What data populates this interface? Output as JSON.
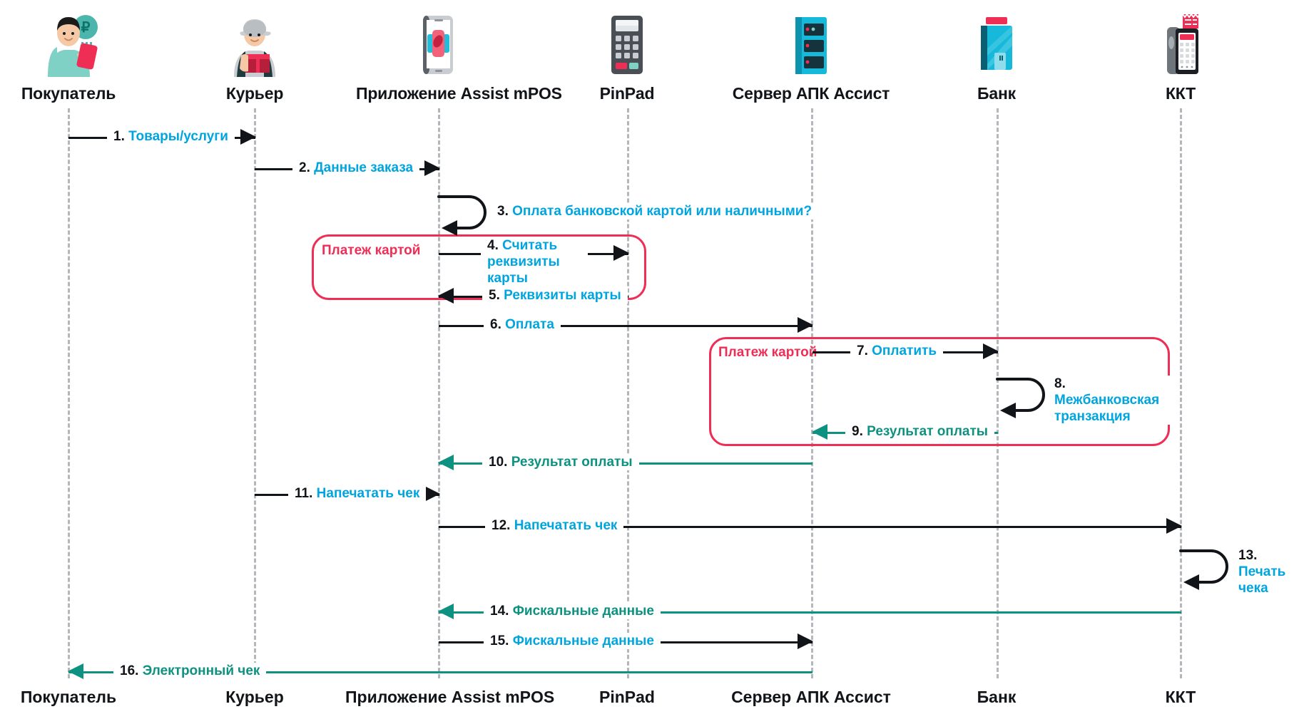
{
  "diagram": {
    "title": "Assist mPOS payment sequence",
    "colors": {
      "message_text": "#00a5df",
      "return_text": "#0d9180",
      "fragment": "#ef2e56",
      "lifeline": "#b4b7bb",
      "ink": "#111418"
    }
  },
  "actors": [
    {
      "label": "Покупатель",
      "icon": "customer-icon"
    },
    {
      "label": "Курьер",
      "icon": "courier-icon"
    },
    {
      "label": "Приложение Assist mPOS",
      "icon": "smartphone-app-icon"
    },
    {
      "label": "PinPad",
      "icon": "pinpad-icon"
    },
    {
      "label": "Сервер АПК Ассист",
      "icon": "server-icon"
    },
    {
      "label": "Банк",
      "icon": "bank-card-icon"
    },
    {
      "label": "ККТ",
      "icon": "cash-register-icon"
    }
  ],
  "fragments": [
    {
      "label": "Платеж картой"
    },
    {
      "label": "Платеж картой"
    }
  ],
  "messages": [
    {
      "num": "1.",
      "text": "Товары/услуги",
      "kind": "call"
    },
    {
      "num": "2.",
      "text": "Данные заказа",
      "kind": "call"
    },
    {
      "num": "3.",
      "text": "Оплата банковской картой или наличными?",
      "kind": "self"
    },
    {
      "num": "4.",
      "text": "Считать реквизиты карты",
      "kind": "call"
    },
    {
      "num": "5.",
      "text": "Реквизиты карты",
      "kind": "call"
    },
    {
      "num": "6.",
      "text": "Оплата",
      "kind": "call"
    },
    {
      "num": "7.",
      "text": "Оплатить",
      "kind": "call"
    },
    {
      "num": "8.",
      "text": "Межбанковская транзакция",
      "kind": "self"
    },
    {
      "num": "9.",
      "text": "Результат оплаты",
      "kind": "return"
    },
    {
      "num": "10.",
      "text": "Результат оплаты",
      "kind": "return"
    },
    {
      "num": "11.",
      "text": "Напечатать чек",
      "kind": "call"
    },
    {
      "num": "12.",
      "text": "Напечатать чек",
      "kind": "call"
    },
    {
      "num": "13.",
      "text": "Печать чека",
      "kind": "self"
    },
    {
      "num": "14.",
      "text": "Фискальные данные",
      "kind": "return"
    },
    {
      "num": "15.",
      "text": "Фискальные данные",
      "kind": "call"
    },
    {
      "num": "16.",
      "text": "Электронный чек",
      "kind": "return"
    }
  ]
}
